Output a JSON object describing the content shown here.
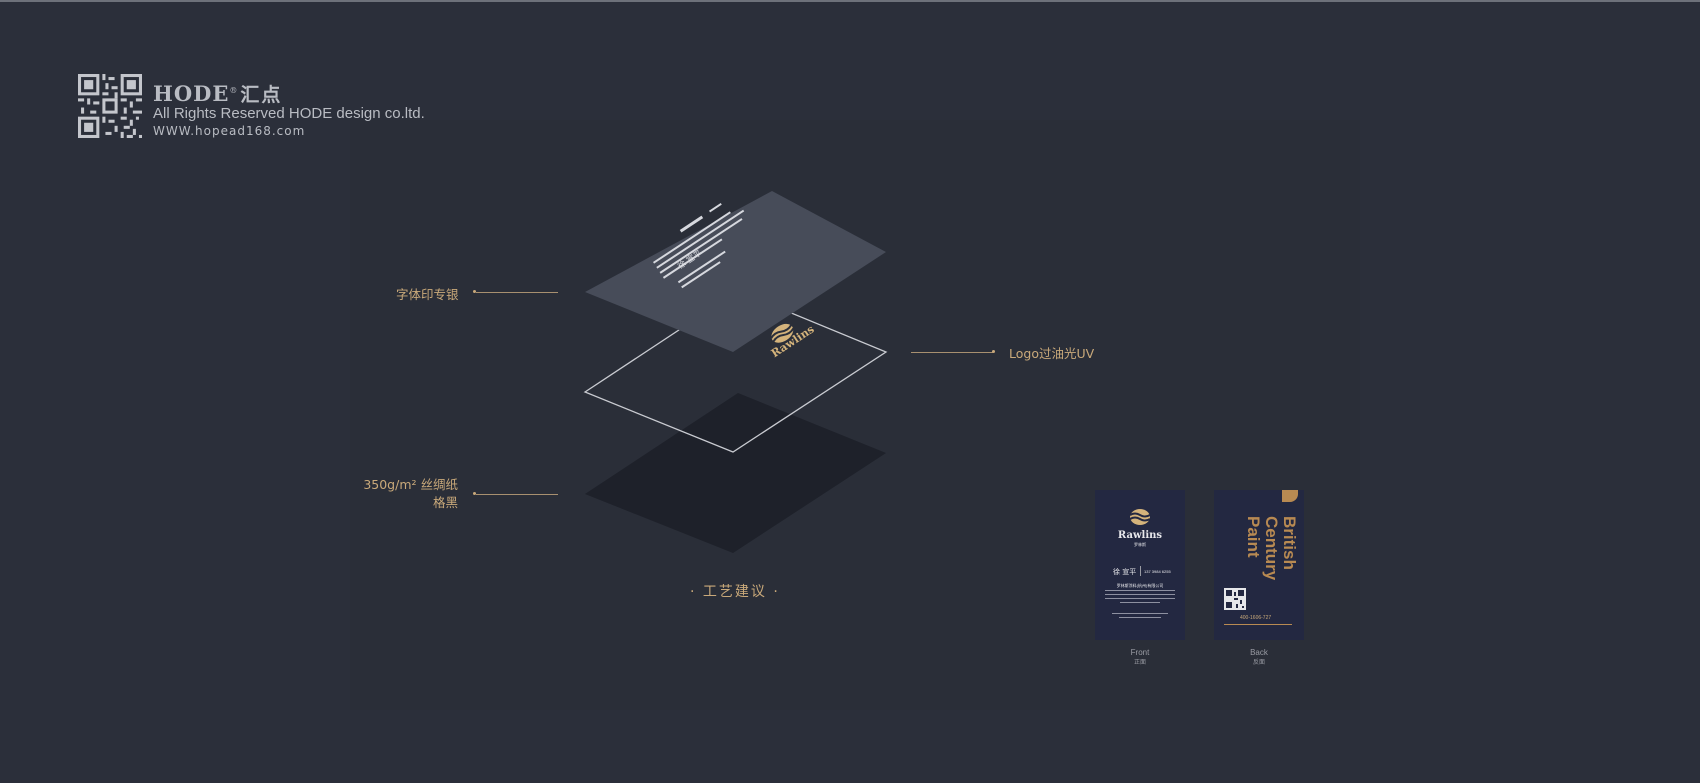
{
  "brand": {
    "name": "HODE",
    "registered_mark": "®",
    "name_cn": "汇点",
    "rights": "All Rights Reserved HODE design co.ltd.",
    "url": "WWW.hopead168.com"
  },
  "callouts": {
    "font_print": "字体印专银",
    "logo_uv": "Logo过油光UV",
    "paper_line1": "350g/m² 丝绸纸",
    "paper_line2": "格黑"
  },
  "caption": "· 工艺建议 ·",
  "iso_card": {
    "name": "徐 宣平",
    "logo_text": "Rawlins"
  },
  "front_card": {
    "logo_text": "Rawlins",
    "logo_sub": "罗林斯",
    "person": "徐 宣平",
    "phone": "137 3984 6255",
    "company": "罗林斯涂料(杭州)有限公司",
    "caption": "Front",
    "caption_cn": "正面"
  },
  "back_card": {
    "headline1": "British",
    "headline2": "Century",
    "headline3": "Paint",
    "hotline": "400-1606-727",
    "caption": "Back",
    "caption_cn": "反面"
  },
  "colors": {
    "background": "#2b2f3a",
    "accent_gold": "#c9a97a",
    "card_navy": "#232841",
    "back_headline": "#b88a52"
  }
}
